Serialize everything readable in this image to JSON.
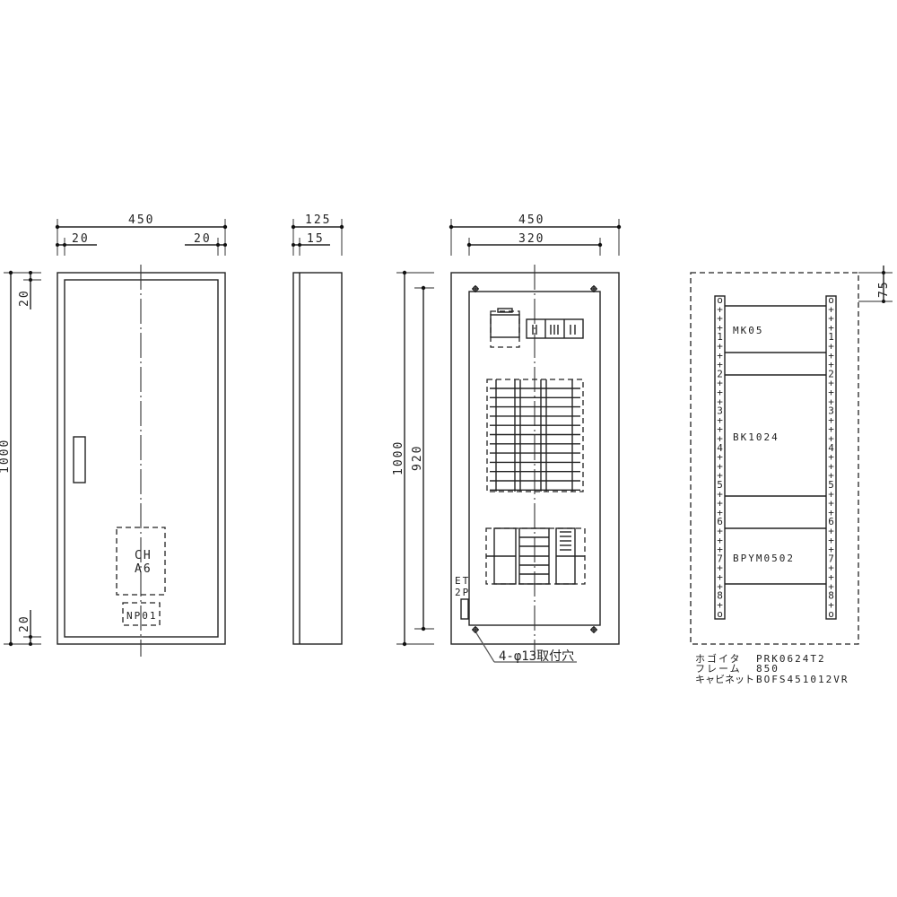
{
  "front_view": {
    "width_total": "450",
    "margin_left": "20",
    "margin_right": "20",
    "height_total": "1000",
    "margin_top": "20",
    "margin_bottom": "20",
    "label_ch": "CH",
    "label_a6": "A6",
    "nameplate": "NP01"
  },
  "side_view": {
    "depth_total": "125",
    "depth_door": "15"
  },
  "panel_view": {
    "width_total": "450",
    "width_inner": "320",
    "height_total": "1000",
    "height_inner": "920",
    "label_et": "ET",
    "label_2p": "2P",
    "mounting_note": "4-φ13取付穴"
  },
  "frame_view": {
    "offset_top": "75",
    "rail_numbers": [
      "1",
      "2",
      "3",
      "4",
      "5",
      "6",
      "7",
      "8"
    ],
    "units": [
      "MK05",
      "BK1024",
      "BPYM0502"
    ]
  },
  "parts_list": [
    {
      "name": "ホゴイタ",
      "code": "PRK0624T2"
    },
    {
      "name": "フレーム",
      "code": "850"
    },
    {
      "name": "キャビネット",
      "code": "BOFS451012VR"
    }
  ]
}
